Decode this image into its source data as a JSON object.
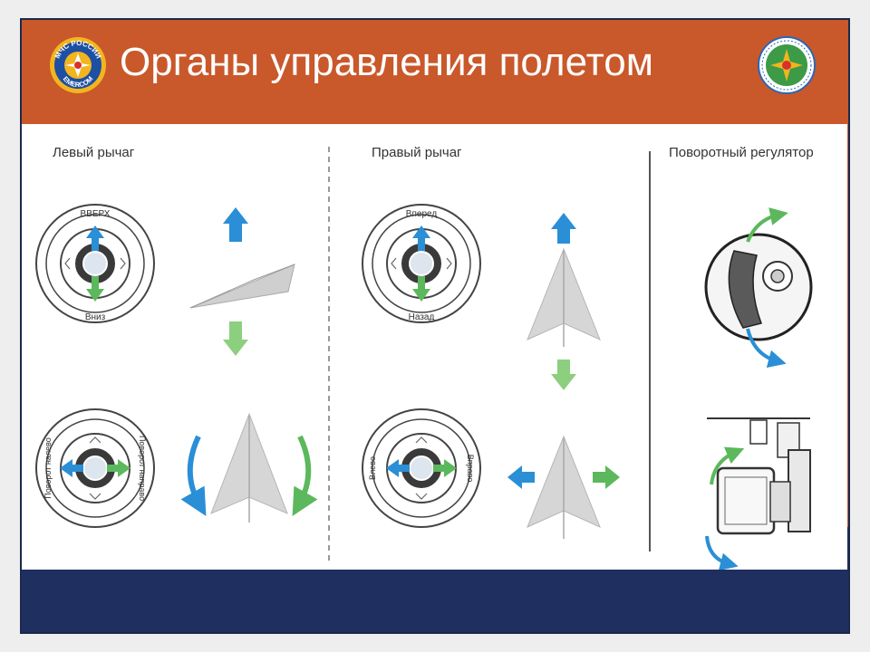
{
  "title": "Органы управления полетом",
  "logo_left": {
    "top_text": "МЧС РОССИИ",
    "bottom_text": "EMERCOM"
  },
  "sections": {
    "left": {
      "heading": "Левый рычаг",
      "up": "ВВЕРХ",
      "down": "Вниз",
      "rotate_left": "Поворот налево",
      "rotate_right": "Поворот направо"
    },
    "right": {
      "heading": "Правый рычаг",
      "forward": "Вперед",
      "back": "Назад",
      "left": "Влево",
      "right": "Вправо"
    },
    "dial": {
      "heading": "Поворотный регулятор"
    }
  },
  "colors": {
    "accent_orange": "#c9582b",
    "navy": "#1e2f60",
    "arrow_blue": "#2a8fd6",
    "arrow_green": "#5cb85c"
  }
}
